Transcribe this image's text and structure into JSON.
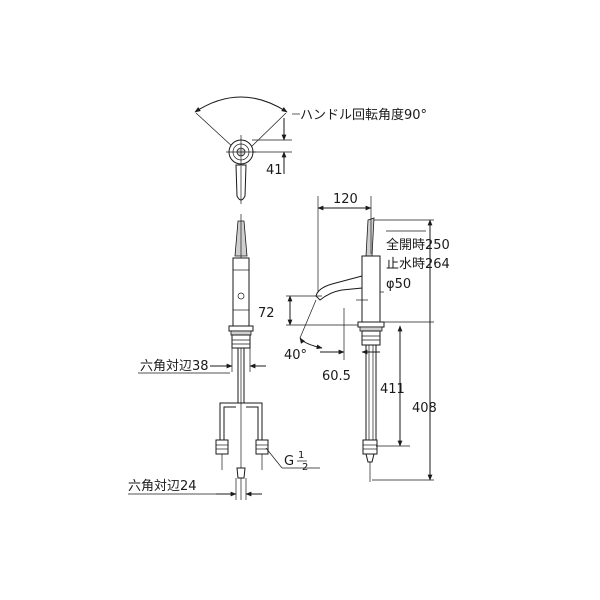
{
  "diagram": {
    "handle_rotation_label": "ハンドル回転角度90°",
    "dim_41": "41",
    "dim_120": "120",
    "full_open_label": "全開時250",
    "stop_label": "止水時264",
    "phi_label": "φ50",
    "dim_72": "72",
    "angle_40": "40°",
    "dim_60_5": "60.5",
    "dim_411": "411",
    "dim_408": "408",
    "hex_38_label": "六角対辺38",
    "hex_24_label": "六角対辺24",
    "g_label": "G",
    "g_fraction_num": "1",
    "g_fraction_den": "2"
  }
}
